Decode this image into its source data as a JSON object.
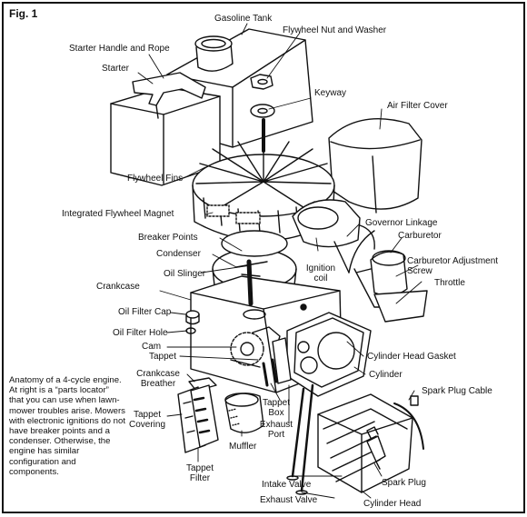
{
  "figure": {
    "number": "Fig. 1",
    "caption": "Anatomy of a 4-cycle engine. At right is a “parts locator” that you can use when lawn-mower troubles arise. Mowers with electronic ignitions do not have breaker points and a condenser. Otherwise, the engine has similar configuration and components."
  },
  "labels": {
    "gasoline_tank": "Gasoline Tank",
    "flywheel_nut_washer": "Flywheel Nut and Washer",
    "starter_handle_rope": "Starter Handle and Rope",
    "starter": "Starter",
    "keyway": "Keyway",
    "air_filter_cover": "Air Filter Cover",
    "flywheel_fins": "Flywheel Fins",
    "integrated_flywheel_magnet": "Integrated Flywheel Magnet",
    "governor_linkage": "Governor Linkage",
    "carburetor": "Carburetor",
    "breaker_points": "Breaker Points",
    "condenser": "Condenser",
    "ignition_coil": "Ignition coil",
    "carburetor_adjustment_screw": "Carburetor Adjustment Screw",
    "throttle": "Throttle",
    "oil_slinger": "Oil Slinger",
    "crankcase": "Crankcase",
    "oil_filter_cap": "Oil Filter Cap",
    "oil_filter_hole": "Oil Filter Hole",
    "cam": "Cam",
    "tappet": "Tappet",
    "cylinder_head_gasket": "Cylinder Head Gasket",
    "cylinder": "Cylinder",
    "crankcase_breather": "Crankcase Breather",
    "tappet_covering": "Tappet Covering",
    "tappet_box": "Tappet Box",
    "exhaust_port": "Exhaust Port",
    "spark_plug_cable": "Spark Plug Cable",
    "muffler": "Muffler",
    "tappet_filter": "Tappet Filter",
    "intake_valve": "Intake Valve",
    "exhaust_valve": "Exhaust Valve",
    "spark_plug": "Spark Plug",
    "cylinder_head": "Cylinder Head"
  }
}
